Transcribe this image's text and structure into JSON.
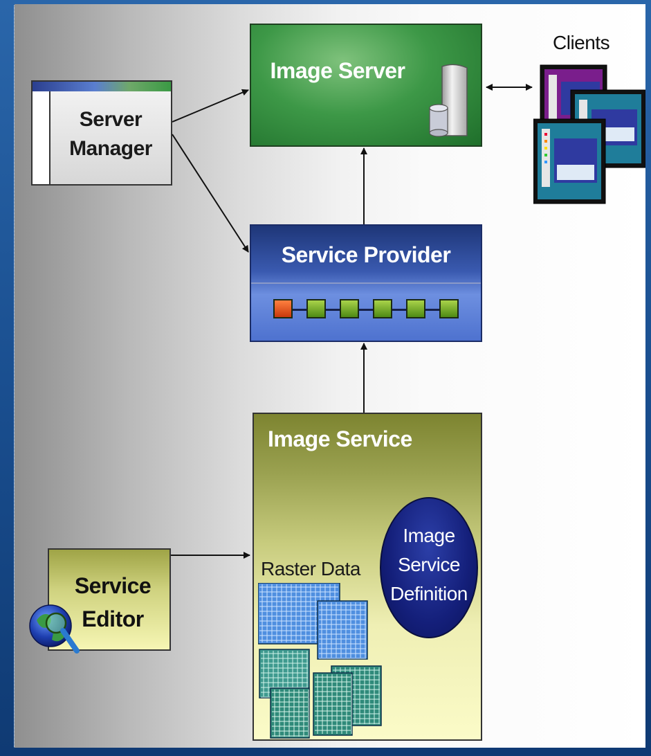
{
  "diagram": {
    "server_manager": "Server\nManager",
    "image_server": "Image Server",
    "clients": "Clients",
    "service_provider": "Service Provider",
    "image_service": "Image Service",
    "raster_data": "Raster Data",
    "image_service_definition": [
      "Image",
      "Service",
      "Definition"
    ],
    "service_editor": "Service\nEditor"
  },
  "colors": {
    "image_server_green": "#3d9847",
    "service_provider_blue": "#3a5ab0",
    "image_service_olive": "#9aa150",
    "definition_navy": "#141f7a",
    "chain_start": "#e8501c",
    "chain_node": "#7ab62a"
  },
  "icons": [
    "server-tower-icon",
    "database-cylinder-icon",
    "client-screen-icon",
    "globe-magnifier-icon",
    "raster-tile-icon"
  ]
}
